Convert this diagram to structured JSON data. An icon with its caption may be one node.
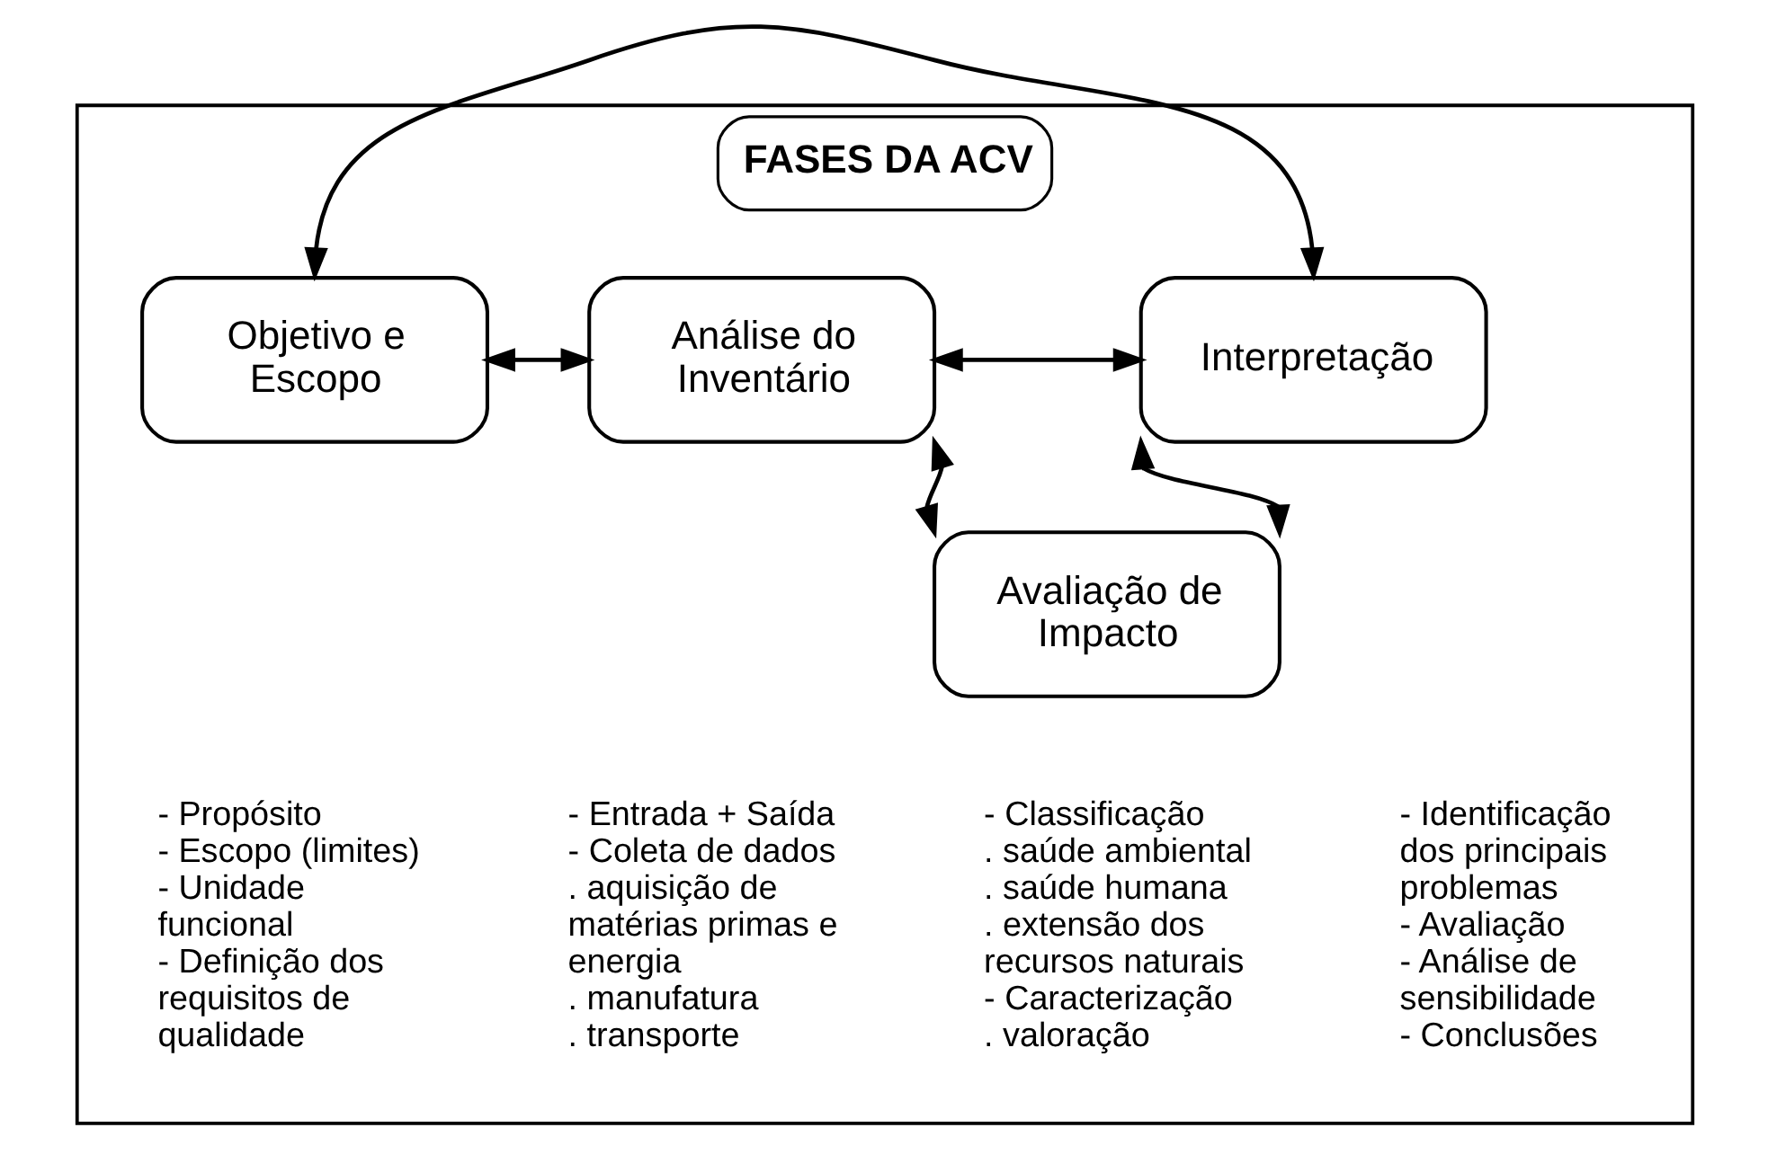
{
  "diagram": {
    "nodes": [
      {
        "text": [
          "FASES DA ACV"
        ]
      },
      {
        "text": [
          "Objetivo e Escopo"
        ],
        "in": 0,
        "beside": [
          "- Propósito",
          "- Escopo (limites)",
          "- Unidade funcional",
          "- Definição dos requisitos de qualidade"
        ]
      },
      {
        "text": [
          "Análise do Inventário"
        ],
        "in": 0,
        "beside": [
          "- Entrada + Saída",
          "- Coleta de dados",
          ". aquisição de matérias primas e energia",
          ". manufatura",
          ". transporte"
        ]
      },
      {
        "text": [
          "Avaliação de Impacto"
        ],
        "in": 0,
        "beside": [
          "- Classificação",
          ". saúde ambiental",
          ". saúde humana",
          ". extensão dos recursos naturais",
          "- Caracterização",
          ". valoração"
        ]
      },
      {
        "text": [
          "Interpretação"
        ],
        "in": 0,
        "beside": [
          "- Identificação dos principais problemas",
          "- Avaliação",
          "- Análise de sensibilidade",
          "- Conclusões"
        ]
      }
    ],
    "edges": [
      {
        "from": 1,
        "to": 4,
        "arrow": "both"
      },
      {
        "from": 1,
        "to": 2,
        "arrow": "both"
      },
      {
        "from": 2,
        "to": 4,
        "arrow": "both"
      },
      {
        "from": 2,
        "to": 3,
        "arrow": "both"
      },
      {
        "from": 4,
        "to": 3,
        "arrow": "both"
      }
    ]
  }
}
